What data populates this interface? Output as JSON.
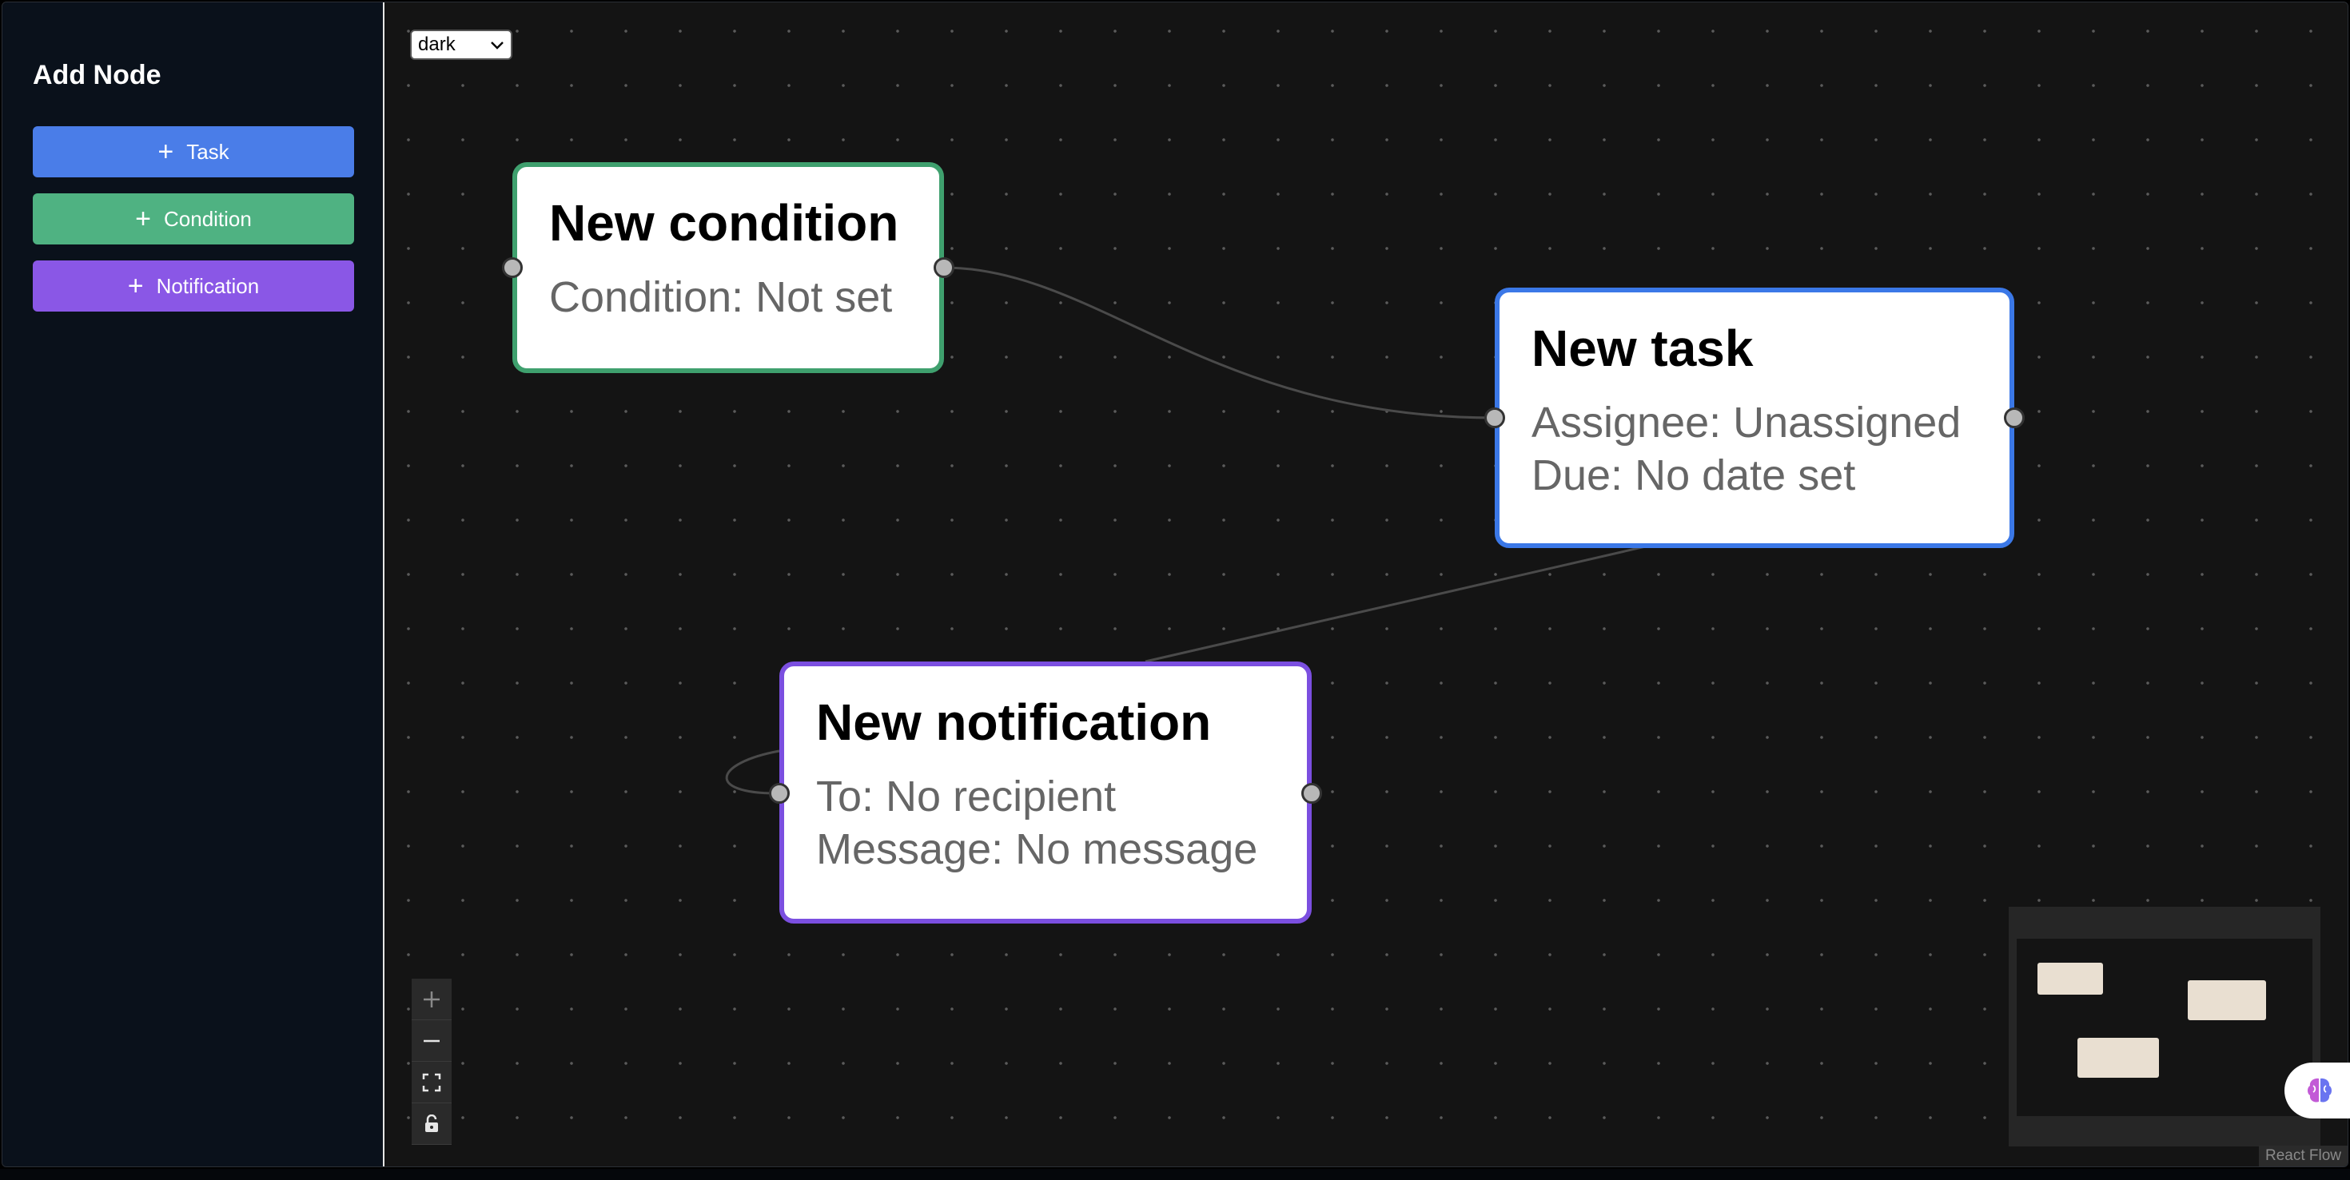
{
  "sidebar": {
    "title": "Add Node",
    "buttons": [
      {
        "label": "Task",
        "color": "#4a7de8"
      },
      {
        "label": "Condition",
        "color": "#4fb282"
      },
      {
        "label": "Notification",
        "color": "#8a57e6"
      }
    ]
  },
  "canvas": {
    "theme_select": {
      "value": "dark"
    },
    "nodes": {
      "condition": {
        "title": "New condition",
        "lines": [
          "Condition: Not set"
        ],
        "border_color": "#3fa06e"
      },
      "task": {
        "title": "New task",
        "lines": [
          "Assignee: Unassigned",
          "Due: No date set"
        ],
        "border_color": "#3b78e7"
      },
      "notification": {
        "title": "New notification",
        "lines": [
          "To: No recipient",
          "Message: No message"
        ],
        "border_color": "#7b4fe0"
      }
    },
    "controls": [
      "zoom-in",
      "zoom-out",
      "fit-view",
      "lock"
    ],
    "attribution": "React Flow"
  }
}
